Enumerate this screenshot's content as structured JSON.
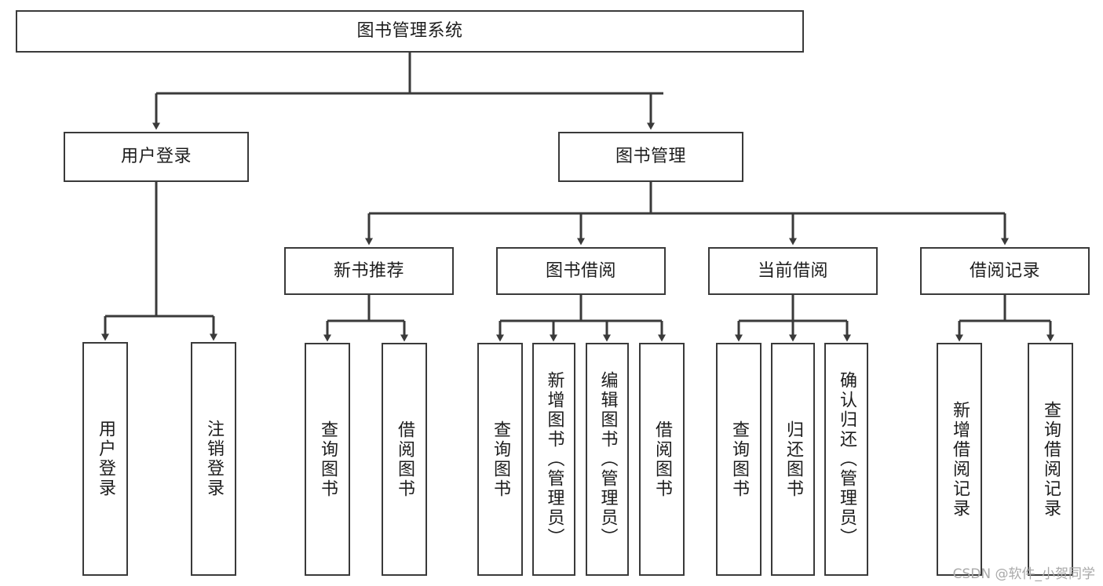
{
  "diagram": {
    "type": "tree",
    "title": "图书管理系统",
    "watermark": "CSDN @软件_小贺同学",
    "colors": {
      "box_border": "#3a3a3a",
      "box_fill": "#ffffff",
      "connector": "#3a3a3a",
      "text": "#1d1d1d",
      "watermark": "#a9a9a9",
      "background": "#ffffff"
    },
    "nodes": {
      "root": {
        "label": "图书管理系统"
      },
      "level2": [
        {
          "id": "user-login",
          "label": "用户登录"
        },
        {
          "id": "book-manage",
          "label": "图书管理"
        }
      ],
      "level3": [
        {
          "id": "new-book-recommend",
          "label": "新书推荐"
        },
        {
          "id": "book-borrow",
          "label": "图书借阅"
        },
        {
          "id": "current-borrow",
          "label": "当前借阅"
        },
        {
          "id": "borrow-record",
          "label": "借阅记录"
        }
      ],
      "leaves": {
        "user_login": [
          {
            "id": "leaf-user-login",
            "label": "用户登录"
          },
          {
            "id": "leaf-logout-login",
            "label": "注销登录"
          }
        ],
        "new_book_recommend": [
          {
            "id": "leaf-query-book-1",
            "label": "查询图书"
          },
          {
            "id": "leaf-borrow-book-1",
            "label": "借阅图书"
          }
        ],
        "book_borrow": [
          {
            "id": "leaf-query-book-2",
            "label": "查询图书"
          },
          {
            "id": "leaf-add-book",
            "label": "新增图书（管理员）"
          },
          {
            "id": "leaf-edit-book",
            "label": "编辑图书（管理员）"
          },
          {
            "id": "leaf-borrow-book-2",
            "label": "借阅图书"
          }
        ],
        "current_borrow": [
          {
            "id": "leaf-query-book-3",
            "label": "查询图书"
          },
          {
            "id": "leaf-return-book",
            "label": "归还图书"
          },
          {
            "id": "leaf-confirm-return",
            "label": "确认归还（管理员）"
          }
        ],
        "borrow_record": [
          {
            "id": "leaf-add-record",
            "label": "新增借阅记录"
          },
          {
            "id": "leaf-query-record",
            "label": "查询借阅记录"
          }
        ]
      }
    }
  }
}
